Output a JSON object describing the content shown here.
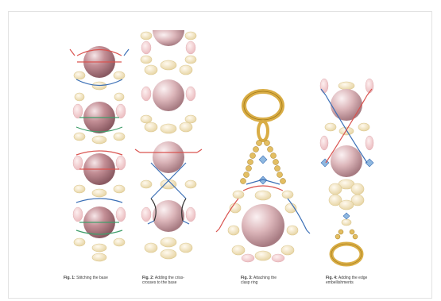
{
  "figures": [
    {
      "label": "Fig. 1:",
      "caption": "Stitching the base"
    },
    {
      "label": "Fig. 2:",
      "caption": "Adding the criss-crosses to the base"
    },
    {
      "label": "Fig. 3:",
      "caption": "Attaching the clasp ring"
    },
    {
      "label": "Fig. 4:",
      "caption": "Adding the edge embellishments"
    }
  ],
  "colors": {
    "pearl": "#c48f96",
    "pearl_highlight": "#f6e6e8",
    "seed_bead": "#f3e6c5",
    "seed_bead_edge": "#dcc890",
    "pink_bead": "#f4d4d6",
    "gold": "#d9ad45",
    "gold_dark": "#a07818",
    "thread_red": "#d9534f",
    "thread_blue": "#3b6fb6",
    "thread_green": "#3f9e6a",
    "crystal_blue": "#8fb8e0"
  }
}
